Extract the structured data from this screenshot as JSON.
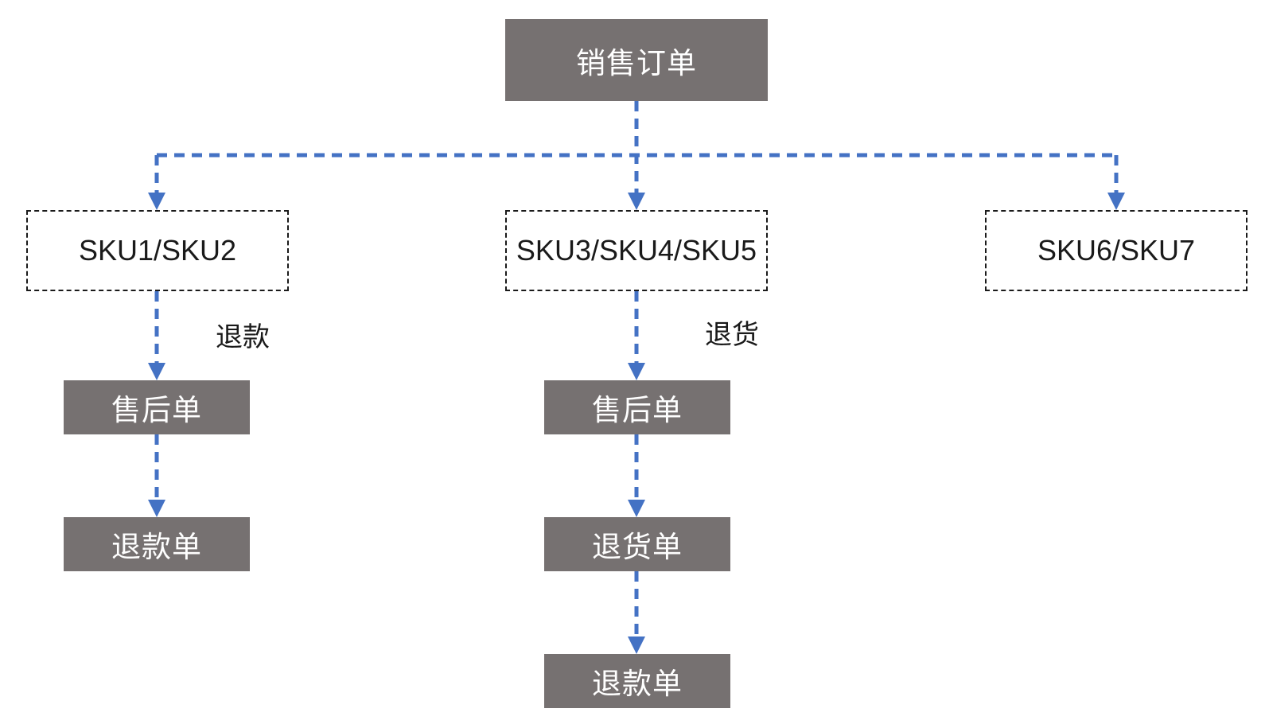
{
  "diagram": {
    "title_box": {
      "label": "销售订单"
    },
    "sku_boxes": [
      {
        "label": "SKU1/SKU2"
      },
      {
        "label": "SKU3/SKU4/SKU5"
      },
      {
        "label": "SKU6/SKU7"
      }
    ],
    "left_branch": {
      "edge_label": "退款",
      "aftersales_label": "售后单",
      "refund_label": "退款单"
    },
    "middle_branch": {
      "edge_label": "退货",
      "aftersales_label": "售后单",
      "return_label": "退货单",
      "refund_label": "退款单"
    },
    "colors": {
      "box_gray": "#767171",
      "arrow_blue": "#4472C4",
      "box_text": "#FFFFFF",
      "dashed_border": "#1A1A1A",
      "label_text": "#1A1A1A",
      "background": "#FFFFFF"
    }
  }
}
